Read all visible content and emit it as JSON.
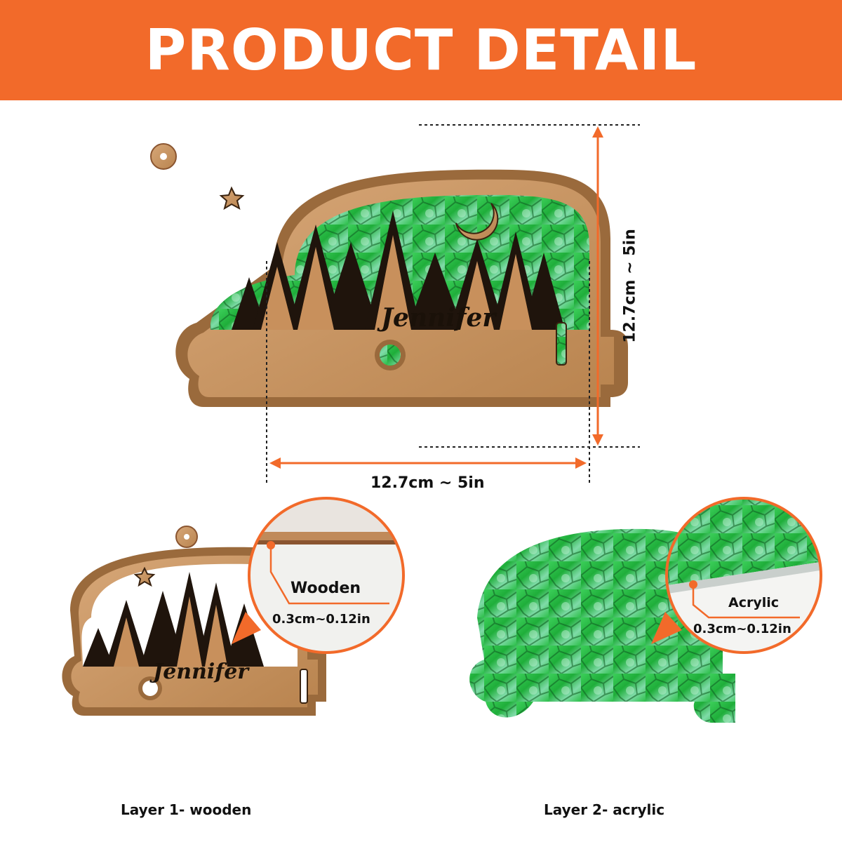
{
  "header": {
    "title": "PRODUCT DETAIL"
  },
  "main_product": {
    "name": "Jennifer",
    "width_label": "12.7cm ~ 5in",
    "height_label": "12.7cm ~ 5in"
  },
  "layer1": {
    "name": "Jennifer",
    "material": "Wooden",
    "thickness": "0.3cm~0.12in",
    "caption": "Layer 1- wooden"
  },
  "layer2": {
    "material": "Acrylic",
    "thickness": "0.3cm~0.12in",
    "caption": "Layer 2- acrylic"
  },
  "colors": {
    "accent": "#f26a2a",
    "wood": "#c08a5a",
    "wood_dark": "#8a5530",
    "glass_green": "#2fbf3a",
    "glass_light": "#8fe0b0"
  }
}
